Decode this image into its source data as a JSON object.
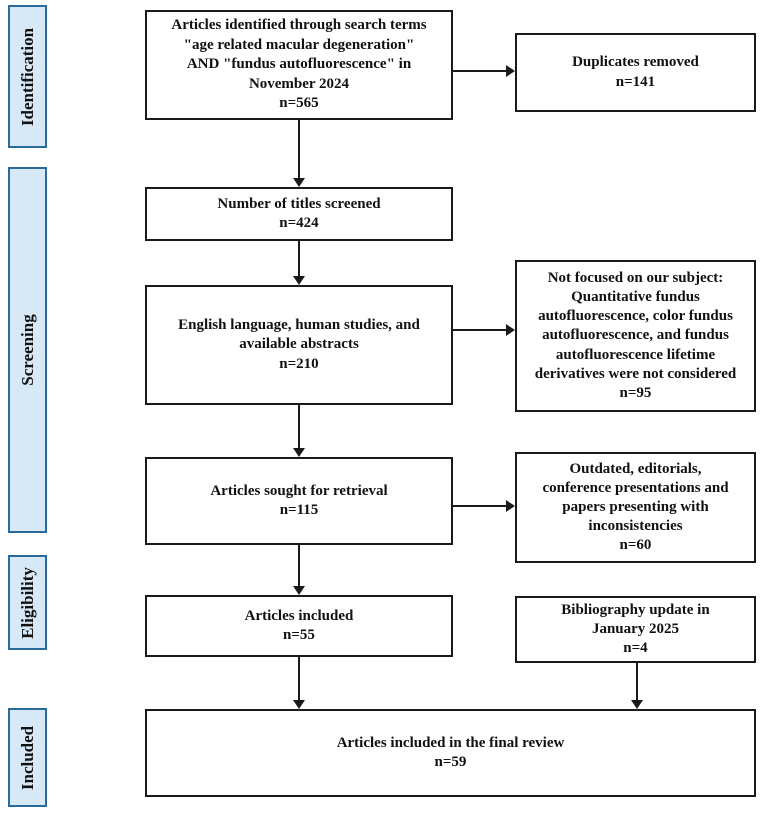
{
  "diagram": {
    "title": "PRISMA article selection flow diagram",
    "colors": {
      "stage_fill": "#d7e9f7",
      "stage_border": "#2b6b9a",
      "box_border": "#1a1a1a",
      "arrow": "#1a1a1a",
      "text": "#111111"
    },
    "stages": [
      {
        "label": "Identification"
      },
      {
        "label": "Screening"
      },
      {
        "label": "Eligibility"
      },
      {
        "label": "Included"
      }
    ],
    "boxes": {
      "identified": "Articles identified through search terms\n\"age related macular degeneration\"\nAND \"fundus autofluorescence\" in\nNovember 2024\nn=565",
      "duplicates": "Duplicates removed\nn=141",
      "titles_screened": "Number of titles screened\nn=424",
      "english_language": "English language, human studies, and\navailable abstracts\nn=210",
      "not_focused": "Not focused on our subject:\nQuantitative fundus\nautofluorescence, color fundus\nautofluorescence, and fundus\nautofluorescence lifetime\nderivatives were not considered\nn=95",
      "sought_retrieval": "Articles sought for retrieval\nn=115",
      "outdated": "Outdated, editorials,\nconference presentations and\npapers presenting with\ninconsistencies\nn=60",
      "articles_included": "Articles included\nn=55",
      "bibliography_update": "Bibliography update in\nJanuary 2025\nn=4",
      "final_review": "Articles included in the final review\nn=59"
    }
  }
}
